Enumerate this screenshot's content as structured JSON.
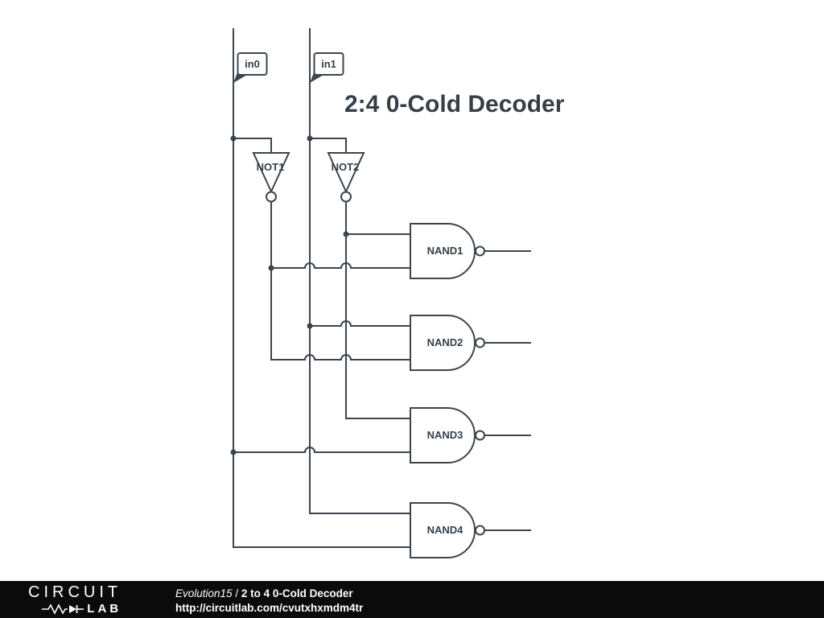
{
  "diagram": {
    "title": "2:4 0-Cold Decoder",
    "flags": [
      {
        "label": "in0"
      },
      {
        "label": "in1"
      }
    ],
    "gates": {
      "not1": "NOT1",
      "not2": "NOT2",
      "nand1": "NAND1",
      "nand2": "NAND2",
      "nand3": "NAND3",
      "nand4": "NAND4"
    },
    "wire_color": "#3b454e"
  },
  "footer": {
    "logo_top": "CIRCUIT",
    "logo_bottom": "LAB",
    "author": "Evolution15",
    "separator": " / ",
    "title": "2 to 4 0-Cold Decoder",
    "url": "http://circuitlab.com/cvutxhxmdm4tr"
  }
}
